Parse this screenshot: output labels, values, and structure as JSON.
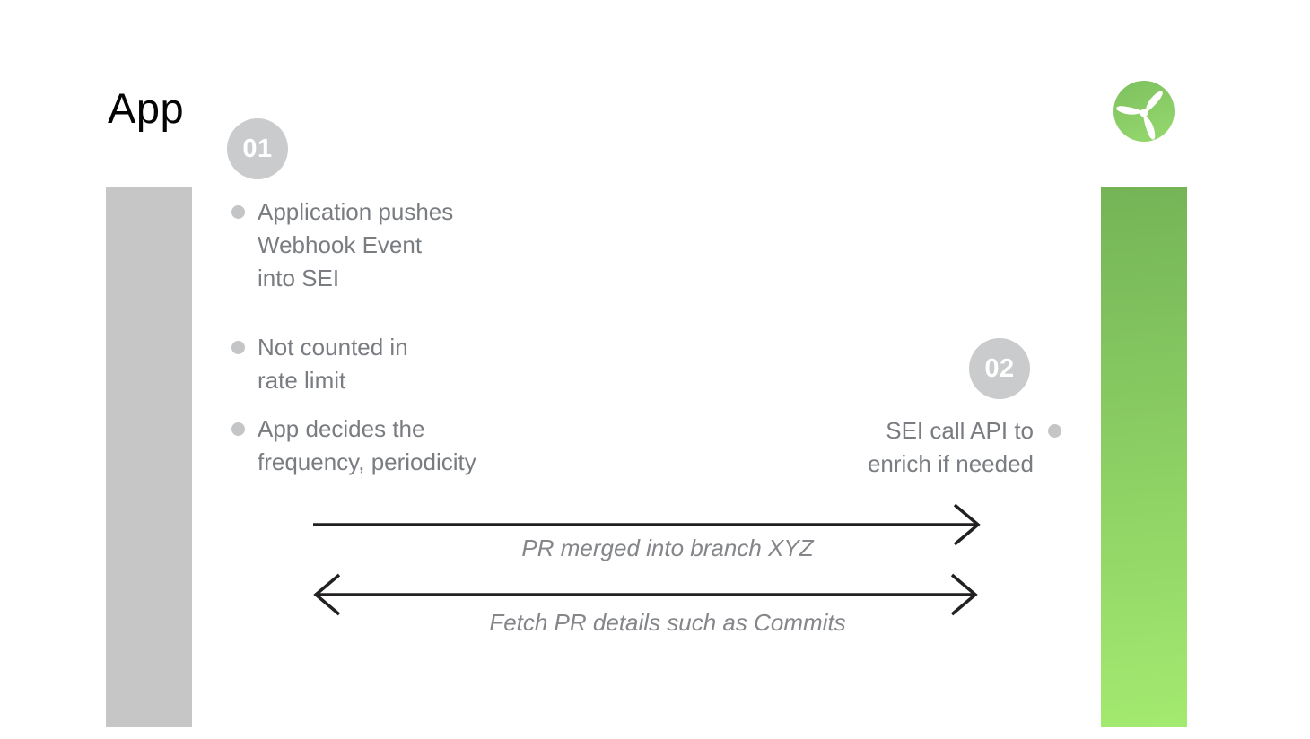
{
  "actors": {
    "app": {
      "title": "App",
      "bar_color": "#c6c6c6"
    },
    "sei": {
      "bar_color_top": "#74b457",
      "bar_color_bottom": "#a3ea70",
      "logo_icon": "propeller-logo"
    }
  },
  "steps": [
    {
      "badge": "01",
      "bullets": [
        {
          "lines": [
            "Application pushes",
            "Webhook Event",
            "into SEI"
          ]
        },
        {
          "lines": [
            "Not counted in",
            "rate limit"
          ]
        },
        {
          "lines": [
            "App decides the",
            "frequency, periodicity"
          ]
        }
      ]
    },
    {
      "badge": "02",
      "bullets": [
        {
          "lines": [
            "SEI call API to",
            "enrich if needed"
          ]
        }
      ]
    }
  ],
  "arrows": [
    {
      "label": "PR merged into branch XYZ",
      "direction": "left-to-right"
    },
    {
      "label": "Fetch PR details such as Commits",
      "direction": "bidirectional"
    }
  ],
  "colors": {
    "title_text": "#050505",
    "app_bar": "#c6c6c6",
    "sei_top": "#74b457",
    "sei_bottom": "#a3ea70",
    "badge_background": "#cacbcc",
    "badge_text": "#ffffff",
    "bullet_dot": "#c3c5c7",
    "body_text": "#797c80",
    "arrow_label_text": "#84868a",
    "arrow_stroke": "#232022",
    "logo_green_dark": "#7ec05e",
    "logo_green_light": "#92d56c"
  }
}
